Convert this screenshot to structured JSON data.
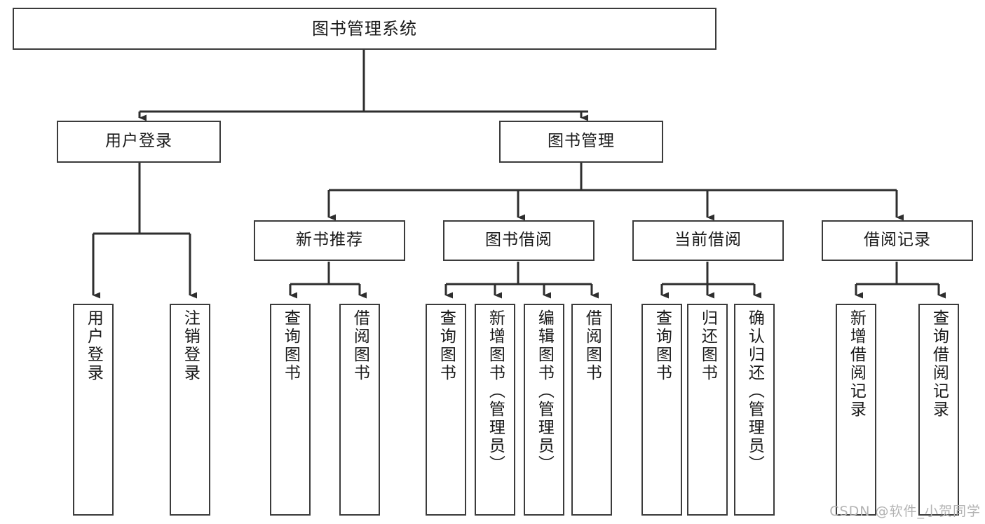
{
  "diagram": {
    "title": "图书管理系统",
    "type": "tree",
    "orientation": "top-down",
    "colors": {
      "box_border": "#3b3b3b",
      "box_fill": "#ffffff",
      "edge": "#2e2e2e",
      "text": "#1a1a1a",
      "watermark": "#b3b3b3",
      "background": "#ffffff"
    },
    "root": {
      "id": "root",
      "label": "图书管理系统"
    },
    "level2": [
      {
        "id": "user-login",
        "label": "用户登录"
      },
      {
        "id": "book-manage",
        "label": "图书管理"
      }
    ],
    "level3": [
      {
        "id": "new-book-recommend",
        "label": "新书推荐",
        "parent": "book-manage"
      },
      {
        "id": "book-borrow",
        "label": "图书借阅",
        "parent": "book-manage"
      },
      {
        "id": "current-borrow",
        "label": "当前借阅",
        "parent": "book-manage"
      },
      {
        "id": "borrow-record",
        "label": "借阅记录",
        "parent": "book-manage"
      }
    ],
    "leaves": {
      "user_login": [
        {
          "id": "leaf-user-login",
          "label": "用户登录"
        },
        {
          "id": "leaf-user-logout",
          "label": "注销登录"
        }
      ],
      "new_book_recommend": [
        {
          "id": "leaf-query-book-1",
          "label": "查询图书"
        },
        {
          "id": "leaf-borrow-book-1",
          "label": "借阅图书"
        }
      ],
      "book_borrow": [
        {
          "id": "leaf-query-book-2",
          "label": "查询图书"
        },
        {
          "id": "leaf-add-book",
          "label": "新增图书（管理员）"
        },
        {
          "id": "leaf-edit-book",
          "label": "编辑图书（管理员）"
        },
        {
          "id": "leaf-borrow-book-2",
          "label": "借阅图书"
        }
      ],
      "current_borrow": [
        {
          "id": "leaf-query-book-3",
          "label": "查询图书"
        },
        {
          "id": "leaf-return-book",
          "label": "归还图书"
        },
        {
          "id": "leaf-confirm-return",
          "label": "确认归还（管理员）"
        }
      ],
      "borrow_record": [
        {
          "id": "leaf-add-record",
          "label": "新增借阅记录"
        },
        {
          "id": "leaf-query-record",
          "label": "查询借阅记录"
        }
      ]
    }
  },
  "watermark": {
    "text": "CSDN @软件_小贺同学"
  }
}
